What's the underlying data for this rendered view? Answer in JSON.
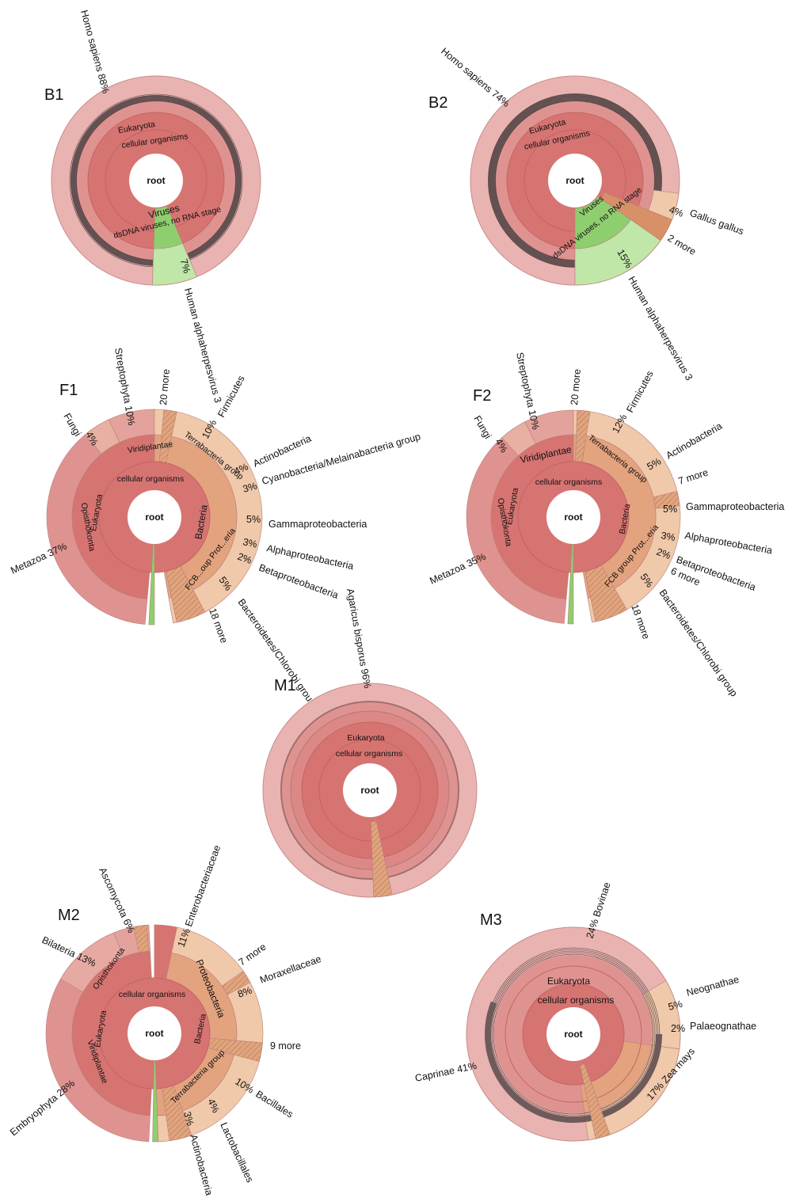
{
  "colors": {
    "eukaryota": "#d67472",
    "eukaryota_mid": "#df9391",
    "eukaryota_light": "#e9b3b1",
    "bacteria": "#e3a37f",
    "bacteria_light": "#f0c8aa",
    "viruses": "#8ece6e",
    "viruses_light": "#c0e6a8",
    "dark_band": "#6f5a5a",
    "hatch": "#c98b62"
  },
  "chart_data": [
    {
      "panel": "B1",
      "type": "sunburst",
      "root_label": "root",
      "ring_labels": [
        "Eukaryota",
        "cellular organisms"
      ],
      "curved_labels": [
        "Viruses",
        "dsDNA viruses, no RNA stage"
      ],
      "slices": [
        {
          "group": "eukaryota",
          "value": 88,
          "label": "Homo sapiens",
          "pct": "88%"
        },
        {
          "group": "eukaryota_other",
          "value": 5,
          "label": "",
          "pct": ""
        },
        {
          "group": "viruses",
          "value": 7,
          "label": "Human alphaherpesvirus 3",
          "pct": "7%"
        }
      ]
    },
    {
      "panel": "B2",
      "type": "sunburst",
      "root_label": "root",
      "ring_labels": [
        "Eukaryota",
        "cellular organisms"
      ],
      "curved_labels": [
        "Viruses",
        "dsDNA viruses, no RNA stage"
      ],
      "slices": [
        {
          "group": "eukaryota",
          "value": 74,
          "label": "Homo sapiens",
          "pct": "74%"
        },
        {
          "group": "eukaryota_other",
          "value": 3,
          "label": "",
          "pct": ""
        },
        {
          "group": "bird",
          "value": 4,
          "label": "Gallus gallus",
          "pct": "4%"
        },
        {
          "group": "more",
          "value": 4,
          "label": "2 more",
          "pct": ""
        },
        {
          "group": "viruses",
          "value": 15,
          "label": "Human alphaherpesvirus 3",
          "pct": "15%"
        }
      ]
    },
    {
      "panel": "F1",
      "type": "sunburst",
      "root_label": "root",
      "ring_labels": [
        "cellular organisms",
        "Viridiplantae",
        "Terrabacteria group",
        "Bacteria",
        "Eukaryota",
        "Opisthokonta",
        "FCB...oup Prot...eria"
      ],
      "slices": [
        {
          "label": "Metazoa",
          "pct": "37%",
          "value": 37
        },
        {
          "label": "Fungi",
          "pct": "4%",
          "value": 4
        },
        {
          "label": "Streptophyta",
          "pct": "10%",
          "value": 10
        },
        {
          "label": "20 more",
          "pct": "",
          "value": 3
        },
        {
          "label": "Firmicutes",
          "pct": "10%",
          "value": 10
        },
        {
          "label": "Actinobacteria",
          "pct": "4%",
          "value": 4
        },
        {
          "label": "Cyanobacteria/Melainabacteria group",
          "pct": "3%",
          "value": 3
        },
        {
          "label": "Gammaproteobacteria",
          "pct": "5%",
          "value": 5
        },
        {
          "label": "Alphaproteobacteria",
          "pct": "3%",
          "value": 3
        },
        {
          "label": "Betaproteobacteria",
          "pct": "2%",
          "value": 2
        },
        {
          "label": "Bacteroidetes/Chlorobi group",
          "pct": "5%",
          "value": 5
        },
        {
          "label": "18 more",
          "pct": "",
          "value": 6
        }
      ]
    },
    {
      "panel": "F2",
      "type": "sunburst",
      "root_label": "root",
      "ring_labels": [
        "cellular organisms",
        "Viridiplantae",
        "Terrabacteria group",
        "Bacteria",
        "Eukaryota",
        "Opisthokonta",
        "FCB group Prot...eria"
      ],
      "slices": [
        {
          "label": "Metazoa",
          "pct": "35%",
          "value": 35
        },
        {
          "label": "Fungi",
          "pct": "4%",
          "value": 4
        },
        {
          "label": "Streptophyta",
          "pct": "10%",
          "value": 10
        },
        {
          "label": "20 more",
          "pct": "",
          "value": 3
        },
        {
          "label": "Firmicutes",
          "pct": "12%",
          "value": 12
        },
        {
          "label": "Actinobacteria",
          "pct": "5%",
          "value": 5
        },
        {
          "label": "7 more",
          "pct": "",
          "value": 2
        },
        {
          "label": "Gammaproteobacteria",
          "pct": "5%",
          "value": 5
        },
        {
          "label": "Alphaproteobacteria",
          "pct": "3%",
          "value": 3
        },
        {
          "label": "Betaproteobacteria",
          "pct": "2%",
          "value": 2
        },
        {
          "label": "6 more",
          "pct": "",
          "value": 1
        },
        {
          "label": "Bacteroidetes/Chlorobi group",
          "pct": "5%",
          "value": 5
        },
        {
          "label": "18 more",
          "pct": "",
          "value": 6
        }
      ]
    },
    {
      "panel": "M1",
      "type": "sunburst",
      "root_label": "root",
      "ring_labels": [
        "Eukaryota",
        "cellular organisms"
      ],
      "slices": [
        {
          "label": "Agaricus bisporus",
          "pct": "96%",
          "value": 96
        },
        {
          "label": "",
          "pct": "",
          "value": 4
        }
      ]
    },
    {
      "panel": "M2",
      "type": "sunburst",
      "root_label": "root",
      "ring_labels": [
        "cellular organisms",
        "Opisthokonta",
        "Eukaryota",
        "Viridiplantae",
        "Proteobacteria",
        "Bacteria",
        "Terrabacteria group"
      ],
      "slices": [
        {
          "label": "Embryophyta",
          "pct": "28%",
          "value": 28
        },
        {
          "label": "Bilateria",
          "pct": "13%",
          "value": 13
        },
        {
          "label": "Ascomycota",
          "pct": "6%",
          "value": 6
        },
        {
          "label": "Enterobacteriaceae",
          "pct": "11%",
          "value": 11
        },
        {
          "label": "7 more",
          "pct": "",
          "value": 3
        },
        {
          "label": "Moraxellaceae",
          "pct": "8%",
          "value": 8
        },
        {
          "label": "9 more",
          "pct": "",
          "value": 4
        },
        {
          "label": "Bacillales",
          "pct": "10%",
          "value": 10
        },
        {
          "label": "Lactobacillales",
          "pct": "4%",
          "value": 4
        },
        {
          "label": "Actinobacteria",
          "pct": "3%",
          "value": 3
        }
      ]
    },
    {
      "panel": "M3",
      "type": "sunburst",
      "root_label": "root",
      "ring_labels": [
        "Eukaryota",
        "cellular organisms"
      ],
      "slices": [
        {
          "label": "Caprinae",
          "pct": "41%",
          "value": 41
        },
        {
          "label": "Bovinae",
          "pct": "24%",
          "value": 24
        },
        {
          "label": "Neognathae",
          "pct": "5%",
          "value": 5
        },
        {
          "label": "Palaeognathae",
          "pct": "2%",
          "value": 2
        },
        {
          "label": "Zea mays",
          "pct": "17%",
          "value": 17
        }
      ]
    }
  ]
}
